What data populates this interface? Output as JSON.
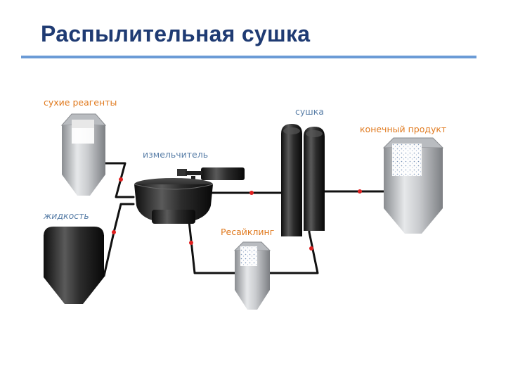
{
  "title": "Распылительная сушка",
  "labels": {
    "dry_reagents": "сухие реагенты",
    "dryer": "сушка",
    "final_product": "конечный продукт",
    "grinder": "измельчитель",
    "liquid": "жидкость",
    "recycling": "Ресайклинг"
  },
  "colors": {
    "title": "#1f3b73",
    "rule": "#6b9bd6",
    "label_orange": "#e07a1f",
    "label_blue": "#5a7fa8",
    "pipe": "#111111",
    "flow_marker": "#e02020"
  }
}
